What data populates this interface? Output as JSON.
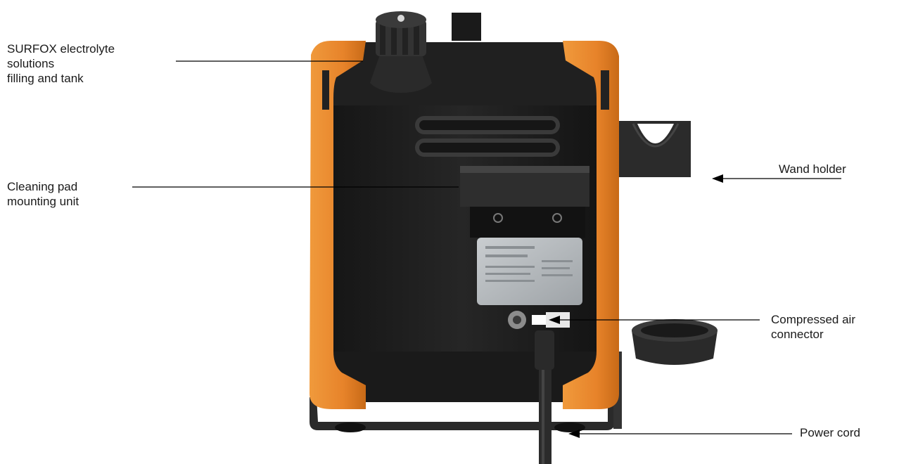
{
  "callouts": {
    "tank": {
      "lines": [
        "SURFOX electrolyte",
        "solutions",
        "filling and tank"
      ]
    },
    "pad": {
      "lines": [
        "Cleaning pad",
        "mounting unit"
      ]
    },
    "wand": {
      "lines": [
        "Wand holder"
      ]
    },
    "air": {
      "lines": [
        "Compressed air",
        "connector"
      ]
    },
    "power": {
      "lines": [
        "Power cord"
      ]
    }
  },
  "colors": {
    "housing": "#1c1c1c",
    "bumper": "#ee8a2a",
    "bumper_shadow": "#c96a15",
    "bracket": "#2a2a2a",
    "plate": "#b8bcbf",
    "leader": "#000000"
  }
}
